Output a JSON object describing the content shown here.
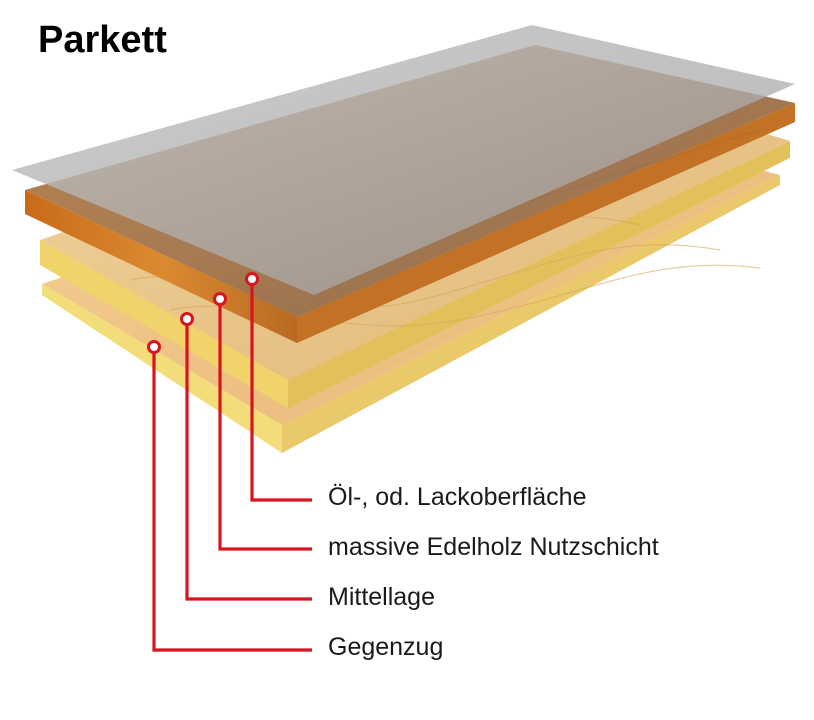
{
  "title": "Parkett",
  "colors": {
    "leader": "#d8141f",
    "coating": "#b3b3b3",
    "wear_layer": "#b07a48",
    "wear_layer_edge": "#d0771f",
    "core": "#e8c98f",
    "core_edge": "#f0d36a",
    "backing": "#efc88c",
    "backing_edge": "#f4e078"
  },
  "layers": [
    {
      "id": "coating",
      "label": "Öl-, od. Lackoberfläche"
    },
    {
      "id": "wear_layer",
      "label": "massive Edelholz Nutzschicht"
    },
    {
      "id": "core",
      "label": "Mittellage"
    },
    {
      "id": "backing",
      "label": "Gegenzug"
    }
  ]
}
